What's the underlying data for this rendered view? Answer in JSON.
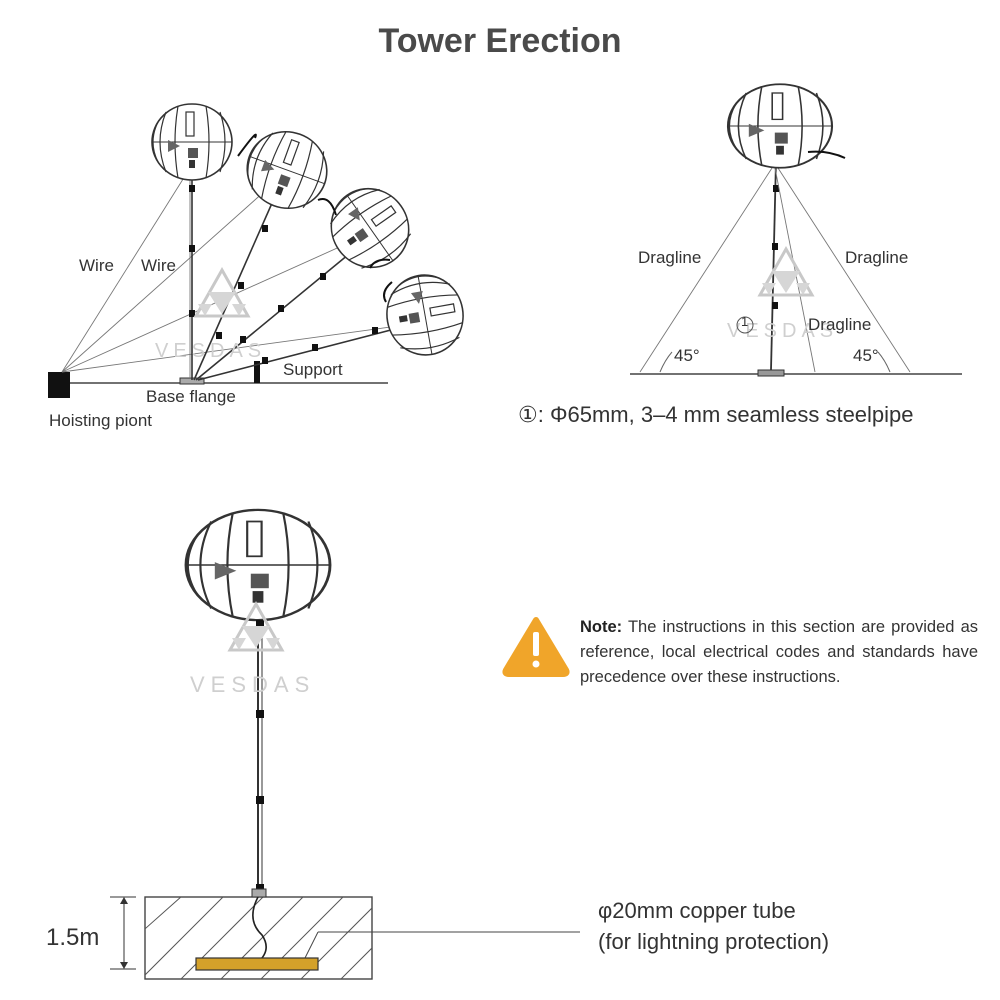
{
  "title": "Tower Erection",
  "left_diagram": {
    "wire_label_1": "Wire",
    "wire_label_2": "Wire",
    "support_label": "Support",
    "base_flange_label": "Base flange",
    "hoisting_point_label": "Hoisting piont"
  },
  "right_diagram": {
    "dragline_left": "Dragline",
    "dragline_right": "Dragline",
    "dragline_center": "Dragline",
    "angle_left": "45°",
    "angle_right": "45°",
    "marker": "1",
    "pipe_spec": "①: Φ65mm, 3–4 mm seamless steelpipe"
  },
  "bottom_diagram": {
    "depth_label": "1.5m",
    "copper_line1": "φ20mm copper tube",
    "copper_line2": "(for lightning protection)"
  },
  "note": {
    "prefix": "Note:",
    "text": " The instructions in this section are provided as reference, local electrical codes and standards have precedence over these instructions."
  },
  "watermark": "VESDAS",
  "colors": {
    "warning": "#f0a52a",
    "copper": "#d4a12a",
    "line": "#444444"
  },
  "icons": [
    "warning-icon",
    "turbine-icon",
    "logo-icon"
  ]
}
